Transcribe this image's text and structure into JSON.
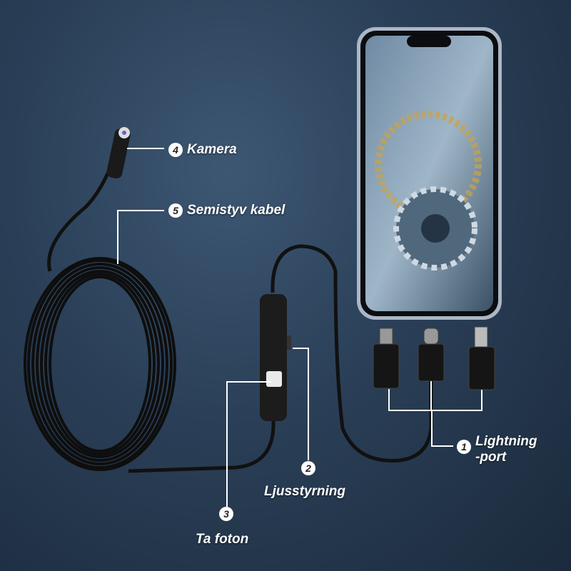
{
  "callouts": {
    "camera": {
      "number": "4",
      "text": "Kamera"
    },
    "cable": {
      "number": "5",
      "text": "Semistyv kabel"
    },
    "port": {
      "number": "1",
      "text_line1": "Lightning",
      "text_line2": "-port"
    },
    "light": {
      "number": "2",
      "text": "Ljusstyrning"
    },
    "photo": {
      "number": "3",
      "text": "Ta foton"
    }
  },
  "colors": {
    "background": "#2a3f57",
    "cable": "#111111",
    "callout": "#ffffff"
  }
}
